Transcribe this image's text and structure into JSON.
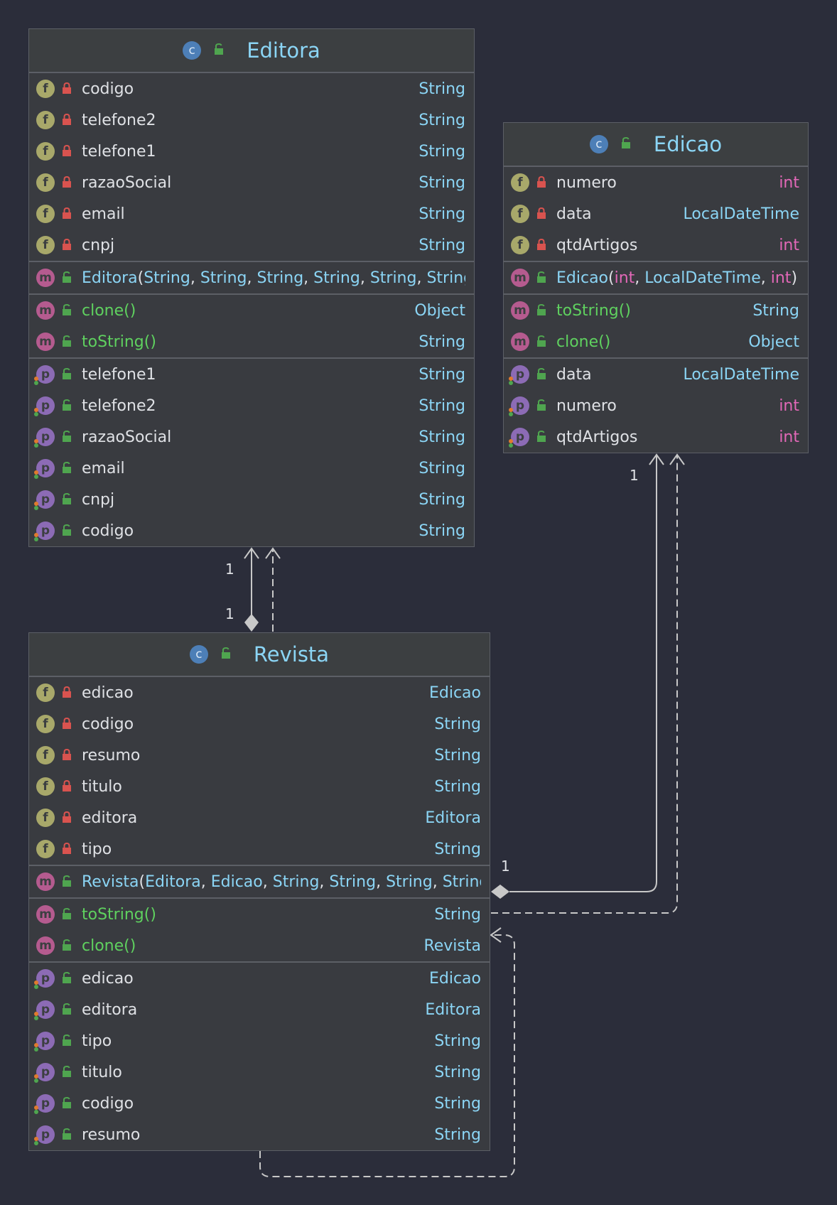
{
  "classes": {
    "editora": {
      "name": "Editora",
      "fields": [
        {
          "name": "codigo",
          "type": "String"
        },
        {
          "name": "telefone2",
          "type": "String"
        },
        {
          "name": "telefone1",
          "type": "String"
        },
        {
          "name": "razaoSocial",
          "type": "String"
        },
        {
          "name": "email",
          "type": "String"
        },
        {
          "name": "cnpj",
          "type": "String"
        }
      ],
      "constructor": {
        "name": "Editora",
        "params": [
          "String",
          "String",
          "String",
          "String",
          "String",
          "String"
        ]
      },
      "methods": [
        {
          "name": "clone()",
          "type": "Object"
        },
        {
          "name": "toString()",
          "type": "String"
        }
      ],
      "properties": [
        {
          "name": "telefone1",
          "type": "String"
        },
        {
          "name": "telefone2",
          "type": "String"
        },
        {
          "name": "razaoSocial",
          "type": "String"
        },
        {
          "name": "email",
          "type": "String"
        },
        {
          "name": "cnpj",
          "type": "String"
        },
        {
          "name": "codigo",
          "type": "String"
        }
      ]
    },
    "edicao": {
      "name": "Edicao",
      "fields": [
        {
          "name": "numero",
          "type": "int"
        },
        {
          "name": "data",
          "type": "LocalDateTime"
        },
        {
          "name": "qtdArtigos",
          "type": "int"
        }
      ],
      "constructor": {
        "name": "Edicao",
        "params": [
          "int",
          "LocalDateTime",
          "int"
        ]
      },
      "methods": [
        {
          "name": "toString()",
          "type": "String"
        },
        {
          "name": "clone()",
          "type": "Object"
        }
      ],
      "properties": [
        {
          "name": "data",
          "type": "LocalDateTime"
        },
        {
          "name": "numero",
          "type": "int"
        },
        {
          "name": "qtdArtigos",
          "type": "int"
        }
      ]
    },
    "revista": {
      "name": "Revista",
      "fields": [
        {
          "name": "edicao",
          "type": "Edicao"
        },
        {
          "name": "codigo",
          "type": "String"
        },
        {
          "name": "resumo",
          "type": "String"
        },
        {
          "name": "titulo",
          "type": "String"
        },
        {
          "name": "editora",
          "type": "Editora"
        },
        {
          "name": "tipo",
          "type": "String"
        }
      ],
      "constructor": {
        "name": "Revista",
        "params": [
          "Editora",
          "Edicao",
          "String",
          "String",
          "String",
          "String"
        ]
      },
      "methods": [
        {
          "name": "toString()",
          "type": "String"
        },
        {
          "name": "clone()",
          "type": "Revista"
        }
      ],
      "properties": [
        {
          "name": "edicao",
          "type": "Edicao"
        },
        {
          "name": "editora",
          "type": "Editora"
        },
        {
          "name": "tipo",
          "type": "String"
        },
        {
          "name": "titulo",
          "type": "String"
        },
        {
          "name": "codigo",
          "type": "String"
        },
        {
          "name": "resumo",
          "type": "String"
        }
      ]
    }
  },
  "badges": {
    "class": "c",
    "field": "f",
    "method": "m",
    "property": "p"
  },
  "multiplicities": {
    "editora_target": "1",
    "editora_source": "1",
    "edicao_target": "1",
    "edicao_source": "1"
  },
  "colors": {
    "background": "#2b2d3a",
    "class_name": "#8bd5f5",
    "type": "#8bd5f5",
    "primitive": "#e368b8",
    "method_name": "#5fd15f",
    "private_lock": "#d9534f",
    "public_lock": "#4fa54f"
  }
}
